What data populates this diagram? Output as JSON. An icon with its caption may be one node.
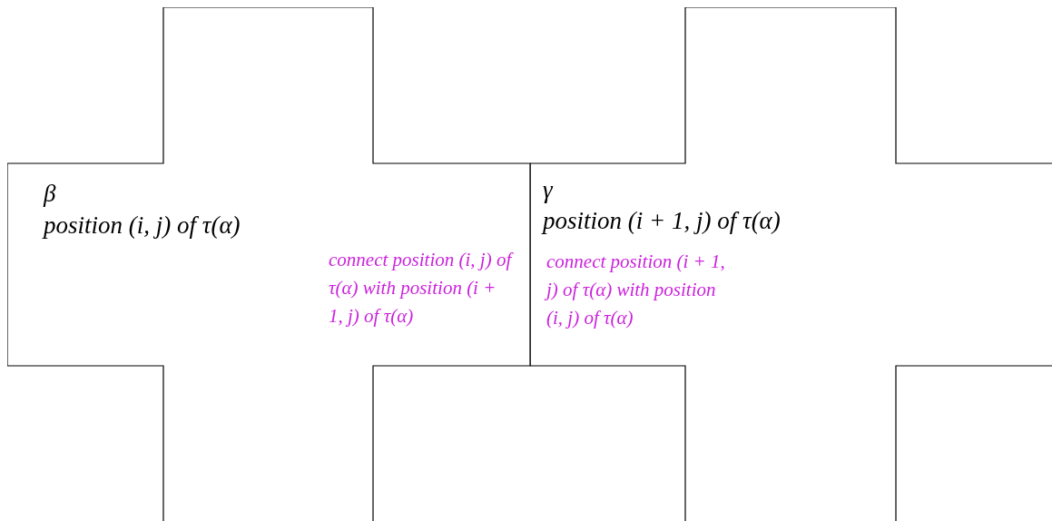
{
  "diagram": {
    "nodes": [
      {
        "text": [
          "β",
          "position (i, j) of τ(α)",
          "connect position (i, j) of τ(α) with position (i + 1, j) of τ(α)"
        ]
      },
      {
        "text": [
          "γ",
          "position (i + 1, j) of τ(α)",
          "connect position (i + 1, j) of τ(α) with position (i, j) of τ(α)"
        ]
      }
    ],
    "edges": []
  }
}
